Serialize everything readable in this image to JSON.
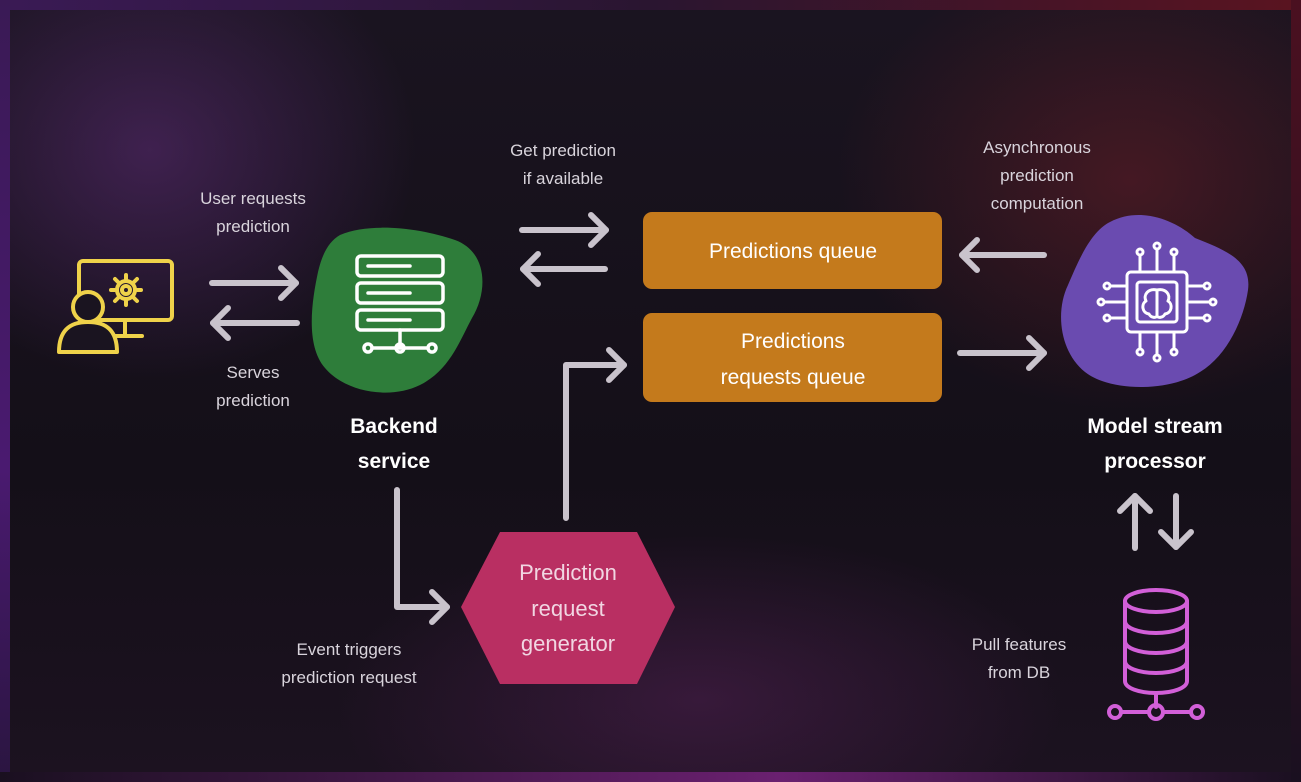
{
  "colors": {
    "queue_box": "#c47a1c",
    "backend_blob": "#2e7d3a",
    "model_blob": "#6a4bb0",
    "generator_hex": "#b92f62",
    "user_icon": "#efd24a",
    "db_icon": "#d25fd8",
    "arrow": "#c9c3cc"
  },
  "nodes": {
    "user": {
      "icon": "user-monitor-gear-icon"
    },
    "backend": {
      "title_line1": "Backend",
      "title_line2": "service",
      "icon": "server-stack-icon"
    },
    "predictions_queue": {
      "label": "Predictions queue"
    },
    "requests_queue": {
      "label_line1": "Predictions",
      "label_line2": "requests queue"
    },
    "model": {
      "title_line1": "Model stream",
      "title_line2": "processor",
      "icon": "brain-chip-icon"
    },
    "generator": {
      "line1": "Prediction",
      "line2": "request",
      "line3": "generator"
    },
    "database": {
      "icon": "database-icon"
    }
  },
  "labels": {
    "user_requests": {
      "line1": "User requests",
      "line2": "prediction"
    },
    "serves": {
      "line1": "Serves",
      "line2": "prediction"
    },
    "get_prediction": {
      "line1": "Get prediction",
      "line2": "if available"
    },
    "async": {
      "line1": "Asynchronous",
      "line2": "prediction",
      "line3": "computation"
    },
    "event_triggers": {
      "line1": "Event triggers",
      "line2": "prediction request"
    },
    "pull_features": {
      "line1": "Pull features",
      "line2": "from DB"
    }
  }
}
